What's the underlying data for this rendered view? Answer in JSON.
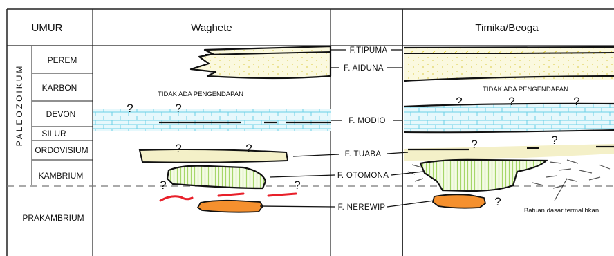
{
  "headers": {
    "age": "UMUR",
    "waghete": "Waghete",
    "timika": "Timika/Beoga"
  },
  "era": "PALEOZOIKUM",
  "periods": {
    "perem": "PEREM",
    "karbon": "KARBON",
    "devon": "DEVON",
    "silur": "SILUR",
    "ordovisium": "ORDOVISIUM",
    "kambrium": "KAMBRIUM",
    "prakambrium": "PRAKAMBRIUM"
  },
  "formations": {
    "tipuma": "F.TIPUMA",
    "aiduna": "F. AIDUNA",
    "modio": "F. MODIO",
    "tuaba": "F. TUABA",
    "otomona": "F. OTOMONA",
    "nerewip": "F. NEREWIP"
  },
  "notes": {
    "no_deposition_left": "TIDAK ADA PENGENDAPAN",
    "no_deposition_right": "TIDAK ADA PENGENDAPAN",
    "basement": "Batuan dasar termalihkan"
  },
  "question_mark": "?",
  "colors": {
    "aiduna_fill": "#fbf9df",
    "modio_fill": "#e6f8fc",
    "modio_brick": "#6ad0e6",
    "tuaba_fill": "#f4f0c8",
    "otomona_fill": "#f4fbe4",
    "otomona_stripe": "#a6d76a",
    "nerewip_fill": "#f5902e",
    "prakambrium_red": "#e8202a"
  }
}
